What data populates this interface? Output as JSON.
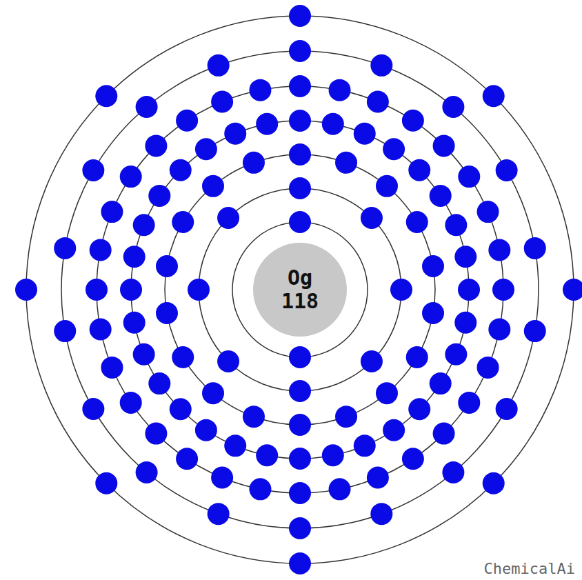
{
  "diagram": {
    "nodes": [
      {
        "text": [
          "Og",
          "118"
        ]
      }
    ],
    "labels": [
      "ChemicalAi"
    ]
  }
}
